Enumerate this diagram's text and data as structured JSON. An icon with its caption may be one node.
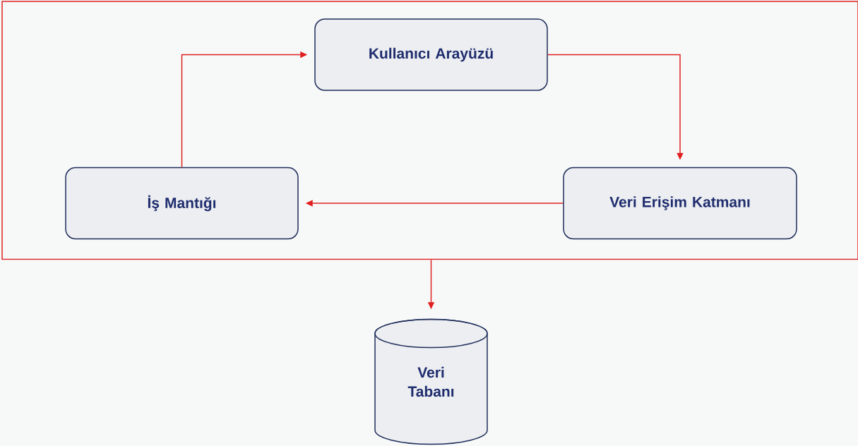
{
  "diagram": {
    "nodes": [
      {
        "text": [],
        "shape": "box"
      },
      {
        "text": [
          "Kullanıcı Arayüzü"
        ],
        "in": 0
      },
      {
        "text": [
          "Veri Erişim Katmanı"
        ],
        "in": 0
      },
      {
        "text": [
          "İş Mantığı"
        ],
        "in": 0
      },
      {
        "text": [
          "Veri Tabanı"
        ]
      }
    ],
    "edges": [
      {
        "from": 1,
        "to": 2,
        "arrow": "to"
      },
      {
        "from": 2,
        "to": 3,
        "arrow": "to"
      },
      {
        "from": 3,
        "to": 1,
        "arrow": "to"
      },
      {
        "from": 0,
        "to": 4,
        "arrow": "to"
      }
    ]
  }
}
